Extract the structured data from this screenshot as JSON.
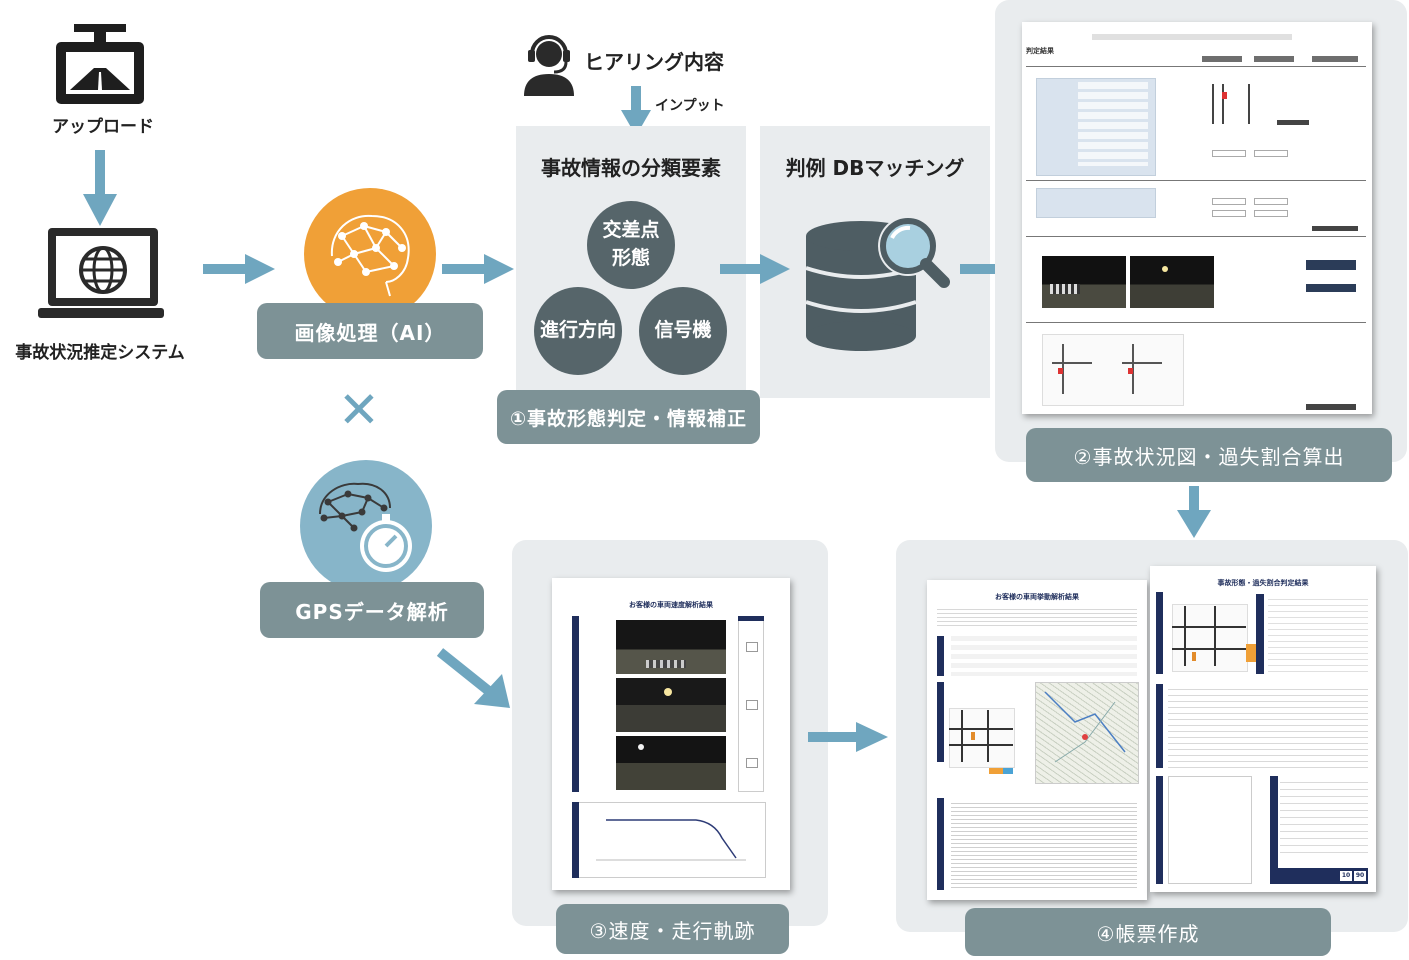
{
  "upload_label": "アップロード",
  "system_label": "事故状況推定システム",
  "image_processing_label": "画像処理（AI）",
  "cross_mark": "✕",
  "gps_label": "GPSデータ解析",
  "hearing_label": "ヒアリング内容",
  "input_label": "インプット",
  "classification_title": "事故情報の分類要素",
  "elements": {
    "intersection": [
      "交差点",
      "形態"
    ],
    "direction": "進行方向",
    "signal": "信号機"
  },
  "db_matching_title": "判例 DBマッチング",
  "step1_label": "①事故形態判定・情報補正",
  "step2_label": "②事故状況図・過失割合算出",
  "step3_label": "③速度・走行軌跡",
  "step4_label": "④帳票作成",
  "report_speed_title": "お客様の車両速度解析結果",
  "report_behavior_title": "お客様の車両挙動解析結果",
  "report_judgement_title": "事故形態・過失割合判定結果",
  "screen_heading": "判定結果",
  "judgement_ratio": [
    "10",
    "90"
  ],
  "colors": {
    "arrow": "#6fa6bf",
    "pill": "#7d9296",
    "panel": "#e9ecee",
    "circle": "#56656a",
    "ai_orange": "#f0a037",
    "gps_blue": "#87b5c9",
    "navy": "#1f2e5c",
    "icon_dark": "#1e1e1e"
  }
}
